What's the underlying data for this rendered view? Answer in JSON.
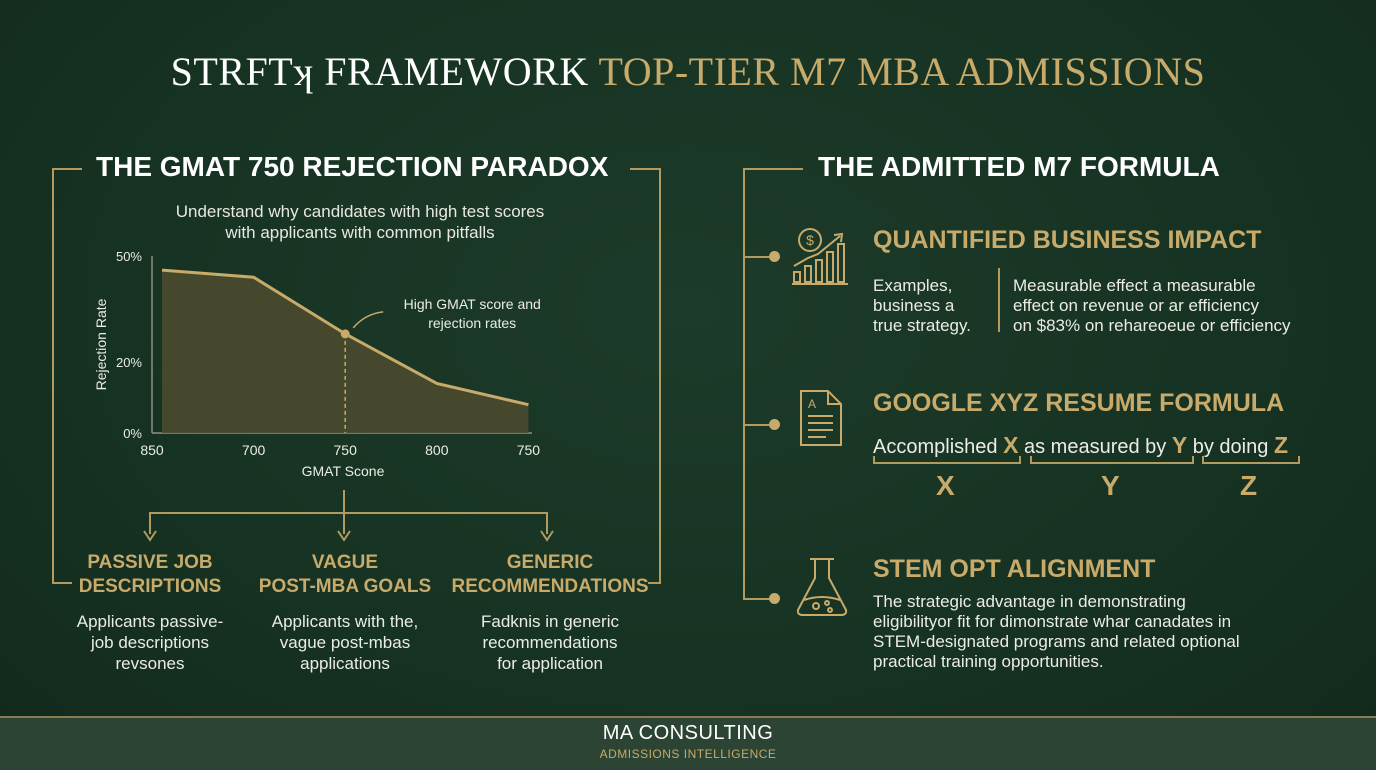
{
  "header": {
    "title_white": "STRFTʞ FRAMEWORK",
    "title_gold": "TOP-TIER M7 MBA ADMISSIONS"
  },
  "left": {
    "heading": "THE GMAT 750 REJECTION PARADOX",
    "subtitle_line1": "Understand why candidates with high test scores",
    "subtitle_line2": "with applicants with common pitfalls",
    "pitfalls": [
      {
        "title_line1": "PASSIVE JOB",
        "title_line2": "DESCRIPTIONS",
        "desc_line1": "Applicants passive-",
        "desc_line2": "job descriptions",
        "desc_line3": "revsones"
      },
      {
        "title_line1": "VAGUE",
        "title_line2": "POST-MBA GOALS",
        "desc_line1": "Applicants with the,",
        "desc_line2": "vague post-mbas",
        "desc_line3": "applications"
      },
      {
        "title_line1": "GENERIC",
        "title_line2": "RECOMMENDATIONS",
        "desc_line1": "Fadknis in generic",
        "desc_line2": "recommendations",
        "desc_line3": "for application"
      }
    ]
  },
  "chart_data": {
    "type": "area",
    "x": [
      "850",
      "700",
      "750",
      "800",
      "750"
    ],
    "values": [
      46,
      44,
      28,
      14,
      8
    ],
    "yticks": [
      "50%",
      "20%",
      "0%"
    ],
    "ylabel": "Rejection Rate",
    "xlabel": "GMAT Scone",
    "annotation_line1": "High GMAT score and",
    "annotation_line2": "rejection rates",
    "highlight_index": 2,
    "colors": {
      "fill": "#4a4a2e",
      "line": "#c8aa6a"
    }
  },
  "right": {
    "heading": "THE ADMITTED M7 FORMULA",
    "items": [
      {
        "icon": "chart-growth-icon",
        "title": "QUANTIFIED BUSINESS IMPACT",
        "col1_line1": "Examples,",
        "col1_line2": "business a",
        "col1_line3": "true strategy.",
        "col2_line1": "Measurable effect a measurable",
        "col2_line2": "effect on revenue or ar efficiency",
        "col2_line3": "on $83% on rehareoeue or efficiency"
      },
      {
        "icon": "document-icon",
        "title": "GOOGLE XYZ RESUME FORMULA",
        "formula_pre": "Accomplished",
        "formula_x": "X",
        "formula_mid": "as measured by",
        "formula_y": "Y",
        "formula_post": "by doing",
        "formula_z": "Z",
        "big_x": "X",
        "big_y": "Y",
        "big_z": "Z"
      },
      {
        "icon": "flask-icon",
        "title": "STEM OPT ALIGNMENT",
        "text_line1": "The strategic advantage in demonstrating",
        "text_line2": "eligibilityor fit for dimonstrate whar canadates in",
        "text_line3": "STEM-designated programs and related optional",
        "text_line4": "practical training opportunities."
      }
    ]
  },
  "footer": {
    "brand": "MA CONSULTING",
    "sub": "ADMISSIONS INTELLIGENCE"
  },
  "colors": {
    "accent": "#c8aa6a",
    "background": "#163222",
    "footer": "#2b4433"
  }
}
